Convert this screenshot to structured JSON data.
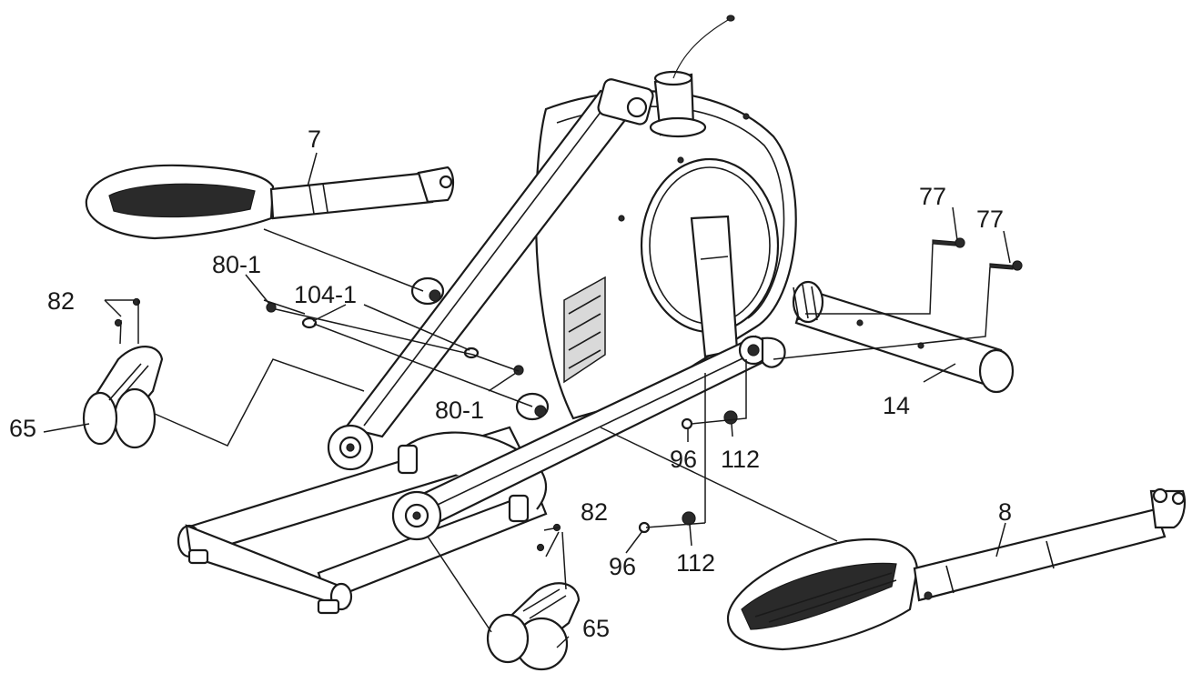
{
  "diagram": {
    "labels": {
      "pedal_left": "7",
      "pedal_right": "8",
      "bolt_80_1_a": "80-1",
      "bolt_80_1_b": "80-1",
      "washer_104_1": "104-1",
      "screw_82_a": "82",
      "screw_82_b": "82",
      "wheel_65_a": "65",
      "wheel_65_b": "65",
      "bolt_77_a": "77",
      "bolt_77_b": "77",
      "stabilizer_14": "14",
      "washer_96_a": "96",
      "washer_96_b": "96",
      "nut_112_a": "112",
      "nut_112_b": "112"
    }
  }
}
